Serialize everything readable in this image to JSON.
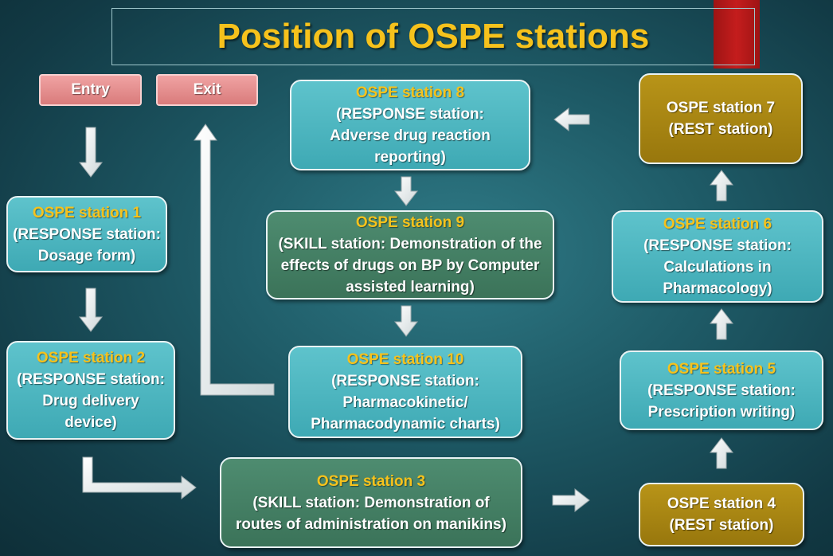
{
  "title": "Position of OSPE stations",
  "entry_label": "Entry",
  "exit_label": "Exit",
  "stations": [
    {
      "name": "OSPE station 1",
      "desc": "(RESPONSE station:\nDosage form)",
      "type": "response"
    },
    {
      "name": "OSPE station 2",
      "desc": "(RESPONSE station:\nDrug delivery\ndevice)",
      "type": "response"
    },
    {
      "name": "OSPE station 3",
      "desc": "(SKILL station: Demonstration of\nroutes of administration on manikins)",
      "type": "skill"
    },
    {
      "name": "OSPE station 4",
      "desc": "(REST station)",
      "type": "rest"
    },
    {
      "name": "OSPE station 5",
      "desc": "(RESPONSE station:\nPrescription writing)",
      "type": "response"
    },
    {
      "name": "OSPE station 6",
      "desc": "(RESPONSE station:\nCalculations in\nPharmacology)",
      "type": "response"
    },
    {
      "name": "OSPE station 7",
      "desc": "(REST station)",
      "type": "rest"
    },
    {
      "name": "OSPE station 8",
      "desc": "(RESPONSE station:\nAdverse drug reaction\nreporting)",
      "type": "response"
    },
    {
      "name": "OSPE station 9",
      "desc": "(SKILL station: Demonstration of the\neffects of drugs on BP by Computer\nassisted learning)",
      "type": "skill"
    },
    {
      "name": "OSPE station 10",
      "desc": "(RESPONSE station:\nPharmacokinetic/\nPharmacodynamic charts)",
      "type": "response"
    }
  ],
  "colors": {
    "title": "#f6c21c",
    "station_label": "#f6c21c",
    "response_fill": "#4db6c0",
    "skill_fill": "#447f64",
    "rest_fill": "#a88512",
    "pill_fill": "#e58f8f",
    "accent_red": "#b31818"
  }
}
